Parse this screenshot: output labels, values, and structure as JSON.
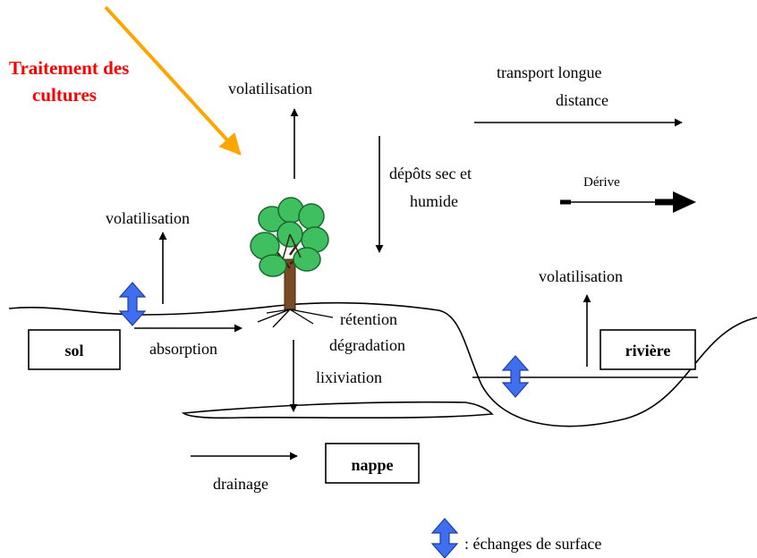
{
  "title": {
    "line1": "Traitement des",
    "line2": "cultures",
    "color": "#ff0000"
  },
  "arrow_colors": {
    "application": "#ffa500",
    "exchange": "#3f6ff0"
  },
  "labels": {
    "volatilisation_tree": "volatilisation",
    "volatilisation_soil": "volatilisation",
    "volatilisation_river": "volatilisation",
    "transport_line1": "transport longue",
    "transport_line2": "distance",
    "deposits_line1": "dépôts sec et",
    "deposits_line2": "humide",
    "drift": "Dérive",
    "absorption": "absorption",
    "retention": "rétention",
    "degradation": "dégradation",
    "leaching": "lixiviation",
    "drainage": "drainage"
  },
  "boxes": {
    "soil": "sol",
    "river": "rivière",
    "groundwater": "nappe"
  },
  "legend": {
    "text": ": échanges de surface",
    "icon": "double-arrow-icon"
  },
  "tree": {
    "icon": "tree-icon",
    "foliage_color": "#3fbf5f",
    "trunk_color": "#7a4a26"
  }
}
